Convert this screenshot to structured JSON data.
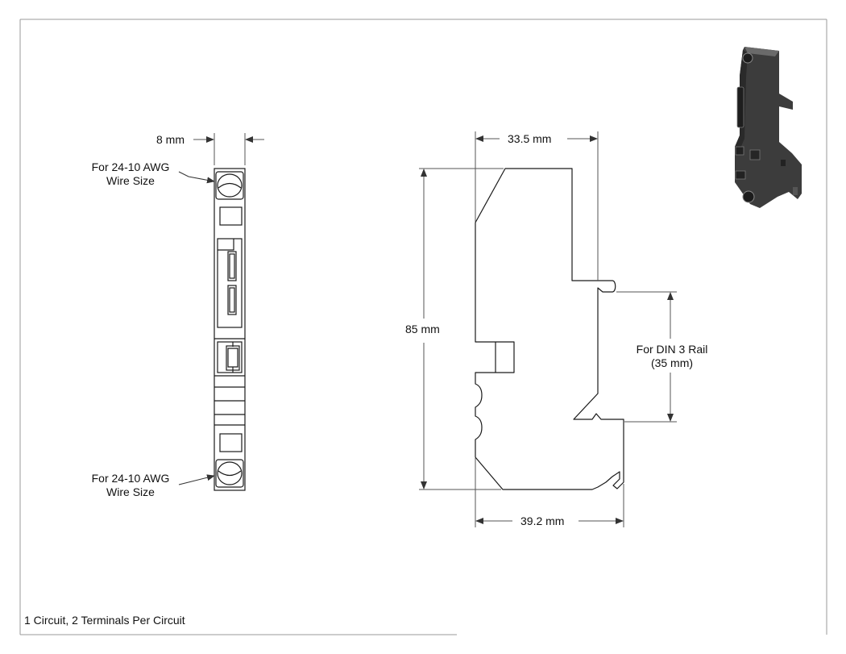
{
  "dimensions": {
    "width_front": "8 mm",
    "depth_top": "33.5 mm",
    "height": "85 mm",
    "depth_bottom": "39.2 mm"
  },
  "callouts": {
    "wire_top": {
      "line1": "For 24-10 AWG",
      "line2": "Wire Size"
    },
    "wire_bottom": {
      "line1": "For 24-10 AWG",
      "line2": "Wire Size"
    },
    "din_rail": {
      "line1": "For DIN 3 Rail",
      "line2": "(35 mm)"
    }
  },
  "footer": {
    "description": "1 Circuit, 2 Terminals Per Circuit"
  },
  "colors": {
    "line": "#1a1a1a",
    "dim_line": "#555555",
    "frame": "#9a9a9a",
    "render_body": "#3c3c3c"
  }
}
